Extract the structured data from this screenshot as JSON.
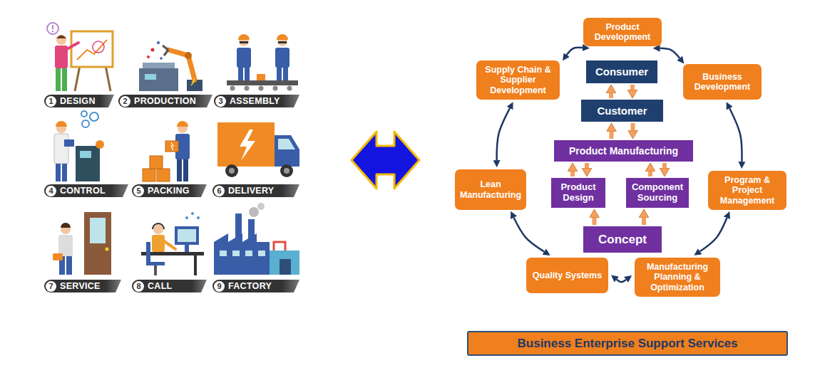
{
  "diagram": {
    "nodes": [
      {
        "text": [
          "1",
          "DESIGN"
        ]
      },
      {
        "text": [
          "2",
          "PRODUCTION"
        ]
      },
      {
        "text": [
          "3",
          "ASSEMBLY"
        ]
      },
      {
        "text": [
          "4",
          "CONTROL"
        ]
      },
      {
        "text": [
          "5",
          "PACKING"
        ]
      },
      {
        "text": [
          "6",
          "DELIVERY"
        ]
      },
      {
        "text": [
          "7",
          "SERVICE"
        ]
      },
      {
        "text": [
          "8",
          "CALL"
        ]
      },
      {
        "text": [
          "9",
          "FACTORY"
        ]
      },
      {
        "text": [
          "Product Development"
        ]
      },
      {
        "text": [
          "Supply Chain & Supplier Development"
        ]
      },
      {
        "text": [
          "Business Development"
        ]
      },
      {
        "text": [
          "Consumer"
        ]
      },
      {
        "text": [
          "Customer"
        ]
      },
      {
        "text": [
          "Product Manufacturing"
        ]
      },
      {
        "text": [
          "Lean Manufacturing"
        ]
      },
      {
        "text": [
          "Product Design"
        ]
      },
      {
        "text": [
          "Component Sourcing"
        ]
      },
      {
        "text": [
          "Program & Project Management"
        ]
      },
      {
        "text": [
          "Concept"
        ]
      },
      {
        "text": [
          "Quality Systems"
        ]
      },
      {
        "text": [
          "Manufacturing Planning & Optimization"
        ]
      },
      {
        "text": [
          "Business Enterprise Support Services"
        ]
      }
    ],
    "edges": [
      {
        "from": 9,
        "to": 11,
        "arrow": "both"
      },
      {
        "from": 11,
        "to": 18,
        "arrow": "both"
      },
      {
        "from": 18,
        "to": 21,
        "arrow": "both"
      },
      {
        "from": 21,
        "to": 20,
        "arrow": "both"
      },
      {
        "from": 20,
        "to": 15,
        "arrow": "both"
      },
      {
        "from": 15,
        "to": 10,
        "arrow": "both"
      },
      {
        "from": 10,
        "to": 9,
        "arrow": "both"
      },
      {
        "from": 13,
        "to": 12,
        "arrow": "to"
      },
      {
        "from": 12,
        "to": 13,
        "arrow": "to"
      },
      {
        "from": 14,
        "to": 13,
        "arrow": "to"
      },
      {
        "from": 13,
        "to": 14,
        "arrow": "to"
      },
      {
        "from": 16,
        "to": 14,
        "arrow": "to"
      },
      {
        "from": 14,
        "to": 16,
        "arrow": "to"
      },
      {
        "from": 17,
        "to": 14,
        "arrow": "to"
      },
      {
        "from": 14,
        "to": 17,
        "arrow": "to"
      },
      {
        "from": 19,
        "to": 16,
        "arrow": "to"
      },
      {
        "from": 19,
        "to": 17,
        "arrow": "to"
      }
    ]
  }
}
